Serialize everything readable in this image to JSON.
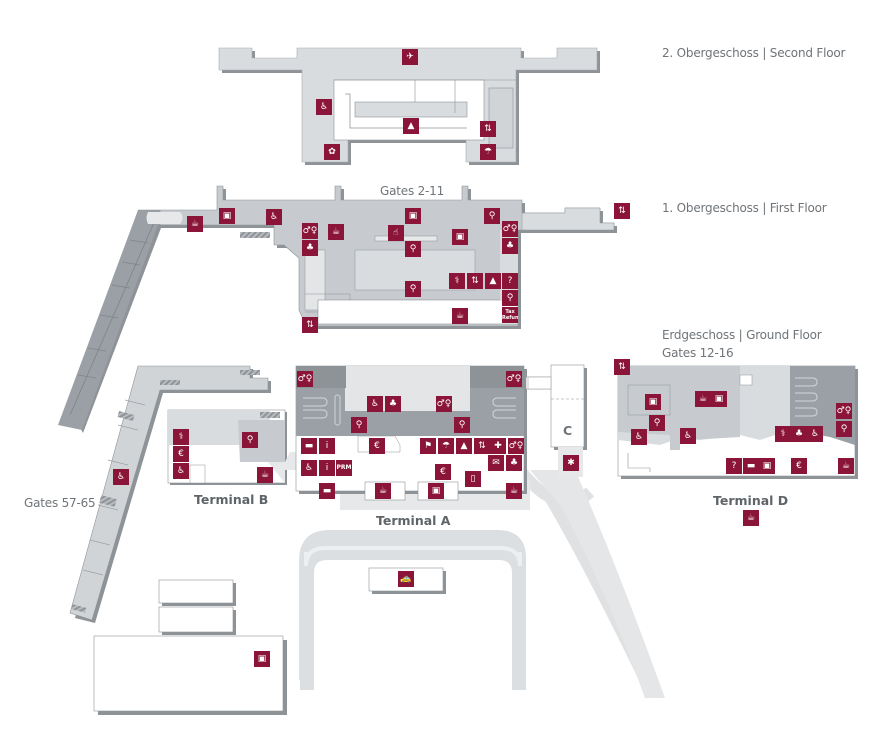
{
  "floors": {
    "second": "2. Obergeschoss | Second Floor",
    "first": "1. Obergeschoss | First Floor",
    "ground": "Erdgeschoss | Ground Floor"
  },
  "gate_labels": {
    "gates_2_11": "Gates 2-11",
    "gates_12_16": "Gates 12-16",
    "gates_57_65": "Gates 57-65"
  },
  "terminals": {
    "a": "Terminal A",
    "b": "Terminal B",
    "c": "C",
    "d": "Terminal D"
  },
  "colors": {
    "icon_bg": "#8a1538",
    "building_light": "#d9dcdf",
    "building_mid": "#c5c9cd",
    "building_dark": "#9aa0a5",
    "road": "#dfe1e3",
    "label": "#6f7478"
  },
  "icons": {
    "second_floor": [
      {
        "name": "departures-icon",
        "glyph": "✈"
      },
      {
        "name": "accessible-toilet-icon",
        "glyph": "♿"
      },
      {
        "name": "lounge-icon",
        "glyph": "▲"
      },
      {
        "name": "elevator-icon",
        "glyph": "⇅"
      },
      {
        "name": "visitor-terrace-icon",
        "glyph": "✿"
      },
      {
        "name": "restaurant-icon",
        "glyph": "☂"
      }
    ],
    "first_floor": [
      {
        "name": "cafe-icon",
        "glyph": "☕"
      },
      {
        "name": "shop-icon",
        "glyph": "▣"
      },
      {
        "name": "accessible-toilet-icon",
        "glyph": "♿"
      },
      {
        "name": "toilets-icon",
        "glyph": "♂♀"
      },
      {
        "name": "baby-changing-icon",
        "glyph": "♣"
      },
      {
        "name": "cafe-icon",
        "glyph": "☕"
      },
      {
        "name": "shop-icon",
        "glyph": "▣"
      },
      {
        "name": "security-check-icon",
        "glyph": "☝"
      },
      {
        "name": "passport-control-icon",
        "glyph": "⚲"
      },
      {
        "name": "shop-icon",
        "glyph": "▣"
      },
      {
        "name": "passport-control-icon",
        "glyph": "⚲"
      },
      {
        "name": "toilets-icon",
        "glyph": "♂♀"
      },
      {
        "name": "baby-changing-icon",
        "glyph": "♣"
      },
      {
        "name": "shop-icon",
        "glyph": "▣"
      },
      {
        "name": "passport-control-icon",
        "glyph": "⚲"
      },
      {
        "name": "smoking-icon",
        "glyph": "⚕"
      },
      {
        "name": "elevator-icon",
        "glyph": "⇅"
      },
      {
        "name": "lounge-icon",
        "glyph": "▲"
      },
      {
        "name": "information-icon",
        "glyph": "?"
      },
      {
        "name": "baggage-claim-icon",
        "glyph": "⚲"
      },
      {
        "name": "tax-refund-icon",
        "glyph": "Tax Refund"
      },
      {
        "name": "cafe-icon",
        "glyph": "☕"
      },
      {
        "name": "elevator-icon",
        "glyph": "⇅"
      },
      {
        "name": "elevator-icon",
        "glyph": "⇅"
      }
    ],
    "ground_floor_a": [
      {
        "name": "toilets-icon",
        "glyph": "♂♀"
      },
      {
        "name": "toilets-icon",
        "glyph": "♂♀"
      },
      {
        "name": "accessible-toilet-icon",
        "glyph": "♿"
      },
      {
        "name": "baby-changing-icon",
        "glyph": "♣"
      },
      {
        "name": "toilets-icon",
        "glyph": "♂♀"
      },
      {
        "name": "baggage-claim-icon",
        "glyph": "⚲"
      },
      {
        "name": "baggage-claim-icon",
        "glyph": "⚲"
      },
      {
        "name": "atm-icon",
        "glyph": "▬"
      },
      {
        "name": "information-icon",
        "glyph": "i",
        "sub": "Tourist"
      },
      {
        "name": "cash-machine-icon",
        "glyph": "€"
      },
      {
        "name": "check-in-icon",
        "glyph": "⚑"
      },
      {
        "name": "baggage-services-icon",
        "glyph": "☂"
      },
      {
        "name": "lounge-icon",
        "glyph": "▲"
      },
      {
        "name": "elevator-icon",
        "glyph": "⇅"
      },
      {
        "name": "first-aid-icon",
        "glyph": "✚"
      },
      {
        "name": "toilets-icon",
        "glyph": "♂♀"
      },
      {
        "name": "accessible-toilet-icon",
        "glyph": "♿"
      },
      {
        "name": "information-icon",
        "glyph": "i"
      },
      {
        "name": "prm-icon",
        "glyph": "PRM"
      },
      {
        "name": "cash-machine-icon",
        "glyph": "€"
      },
      {
        "name": "post-icon",
        "glyph": "✉"
      },
      {
        "name": "baby-changing-icon",
        "glyph": "♣"
      },
      {
        "name": "elevator-icon",
        "glyph": "⇅"
      },
      {
        "name": "atm-icon",
        "glyph": "▬"
      },
      {
        "name": "cafe-icon",
        "glyph": "☕"
      },
      {
        "name": "shop-icon",
        "glyph": "▣"
      },
      {
        "name": "phone-icon",
        "glyph": "▯"
      },
      {
        "name": "cafe-icon",
        "glyph": "☕"
      }
    ],
    "ground_floor_b": [
      {
        "name": "smoking-icon",
        "glyph": "⚕"
      },
      {
        "name": "cash-machine-icon",
        "glyph": "€"
      },
      {
        "name": "accessible-toilet-icon",
        "glyph": "♿"
      },
      {
        "name": "passport-control-icon",
        "glyph": "⚲"
      },
      {
        "name": "cafe-icon",
        "glyph": "☕"
      },
      {
        "name": "accessible-toilet-icon",
        "glyph": "♿"
      }
    ],
    "ground_floor_c": [
      {
        "name": "bus-gate-icon",
        "glyph": "✱"
      }
    ],
    "ground_floor_d": [
      {
        "name": "elevator-icon",
        "glyph": "⇅"
      },
      {
        "name": "shop-icon",
        "glyph": "▣"
      },
      {
        "name": "cafe-icon",
        "glyph": "☕"
      },
      {
        "name": "shop-icon",
        "glyph": "▣"
      },
      {
        "name": "passport-control-icon",
        "glyph": "⚲"
      },
      {
        "name": "accessible-toilet-icon",
        "glyph": "♿"
      },
      {
        "name": "accessible-toilet-icon",
        "glyph": "♿"
      },
      {
        "name": "smoking-icon",
        "glyph": "⚕"
      },
      {
        "name": "baby-changing-icon",
        "glyph": "♣"
      },
      {
        "name": "accessible-toilet-icon",
        "glyph": "♿"
      },
      {
        "name": "toilets-icon",
        "glyph": "♂♀"
      },
      {
        "name": "baggage-claim-icon",
        "glyph": "⚲"
      },
      {
        "name": "information-icon",
        "glyph": "?"
      },
      {
        "name": "atm-icon",
        "glyph": "▬"
      },
      {
        "name": "shop-icon",
        "glyph": "▣"
      },
      {
        "name": "cash-machine-icon",
        "glyph": "€"
      },
      {
        "name": "cafe-icon",
        "glyph": "☕"
      },
      {
        "name": "cafe-icon",
        "glyph": "☕"
      }
    ],
    "outside": [
      {
        "name": "taxi-icon",
        "glyph": "🚕"
      },
      {
        "name": "parking-luggage-icon",
        "glyph": "▣"
      }
    ]
  }
}
